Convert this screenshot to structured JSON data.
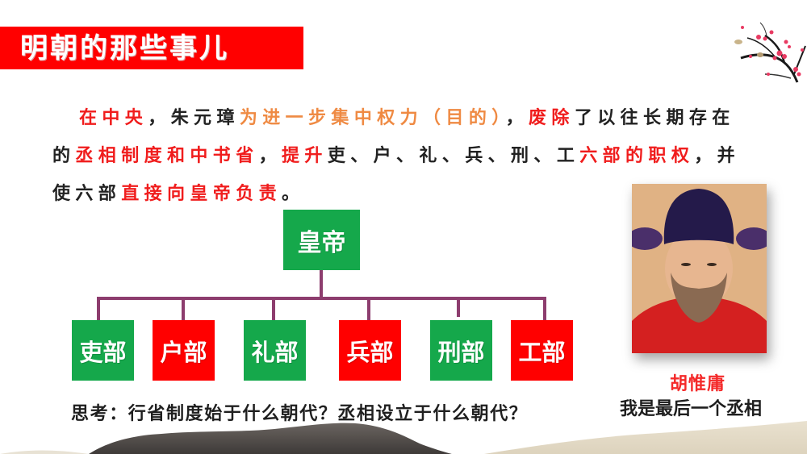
{
  "header": {
    "title": "明朝的那些事儿"
  },
  "colors": {
    "title_bar": "#ff0000",
    "emphasis_red": "#f01d1d",
    "emphasis_orange": "#ef8a43",
    "box_green": "#15a84b",
    "box_red": "#ff0000",
    "connector": "#8d3d6e"
  },
  "paragraph": {
    "segments": [
      {
        "text": "在中央",
        "style": "red"
      },
      {
        "text": "，朱元璋",
        "style": "dark"
      },
      {
        "text": "为进一步集中权力（目的）",
        "style": "orange"
      },
      {
        "text": "，",
        "style": "dark"
      },
      {
        "text": "废除",
        "style": "red"
      },
      {
        "text": "了以往长期存在的",
        "style": "dark"
      },
      {
        "text": "丞相制度和中书省",
        "style": "red"
      },
      {
        "text": "，",
        "style": "dark"
      },
      {
        "text": "提升",
        "style": "red"
      },
      {
        "text": "吏、户、礼、兵、刑、工",
        "style": "dark"
      },
      {
        "text": "六部的职权",
        "style": "red"
      },
      {
        "text": "，并使六部",
        "style": "dark"
      },
      {
        "text": "直接向皇帝负责",
        "style": "red"
      },
      {
        "text": "。",
        "style": "dark"
      }
    ]
  },
  "org_chart": {
    "root": {
      "label": "皇帝",
      "color": "green"
    },
    "children": [
      {
        "label": "吏部",
        "color": "green"
      },
      {
        "label": "户部",
        "color": "red"
      },
      {
        "label": "礼部",
        "color": "green"
      },
      {
        "label": "兵部",
        "color": "red"
      },
      {
        "label": "刑部",
        "color": "green"
      },
      {
        "label": "工部",
        "color": "red"
      }
    ]
  },
  "portrait": {
    "name": "胡惟庸",
    "quote": "我是最后一个丞相"
  },
  "question": {
    "text": "思考：行省制度始于什么朝代？丞相设立于什么朝代？"
  },
  "icons": {
    "decoration_top_right": "plum-blossom-branch",
    "decoration_bottom": "ink-mountains"
  }
}
